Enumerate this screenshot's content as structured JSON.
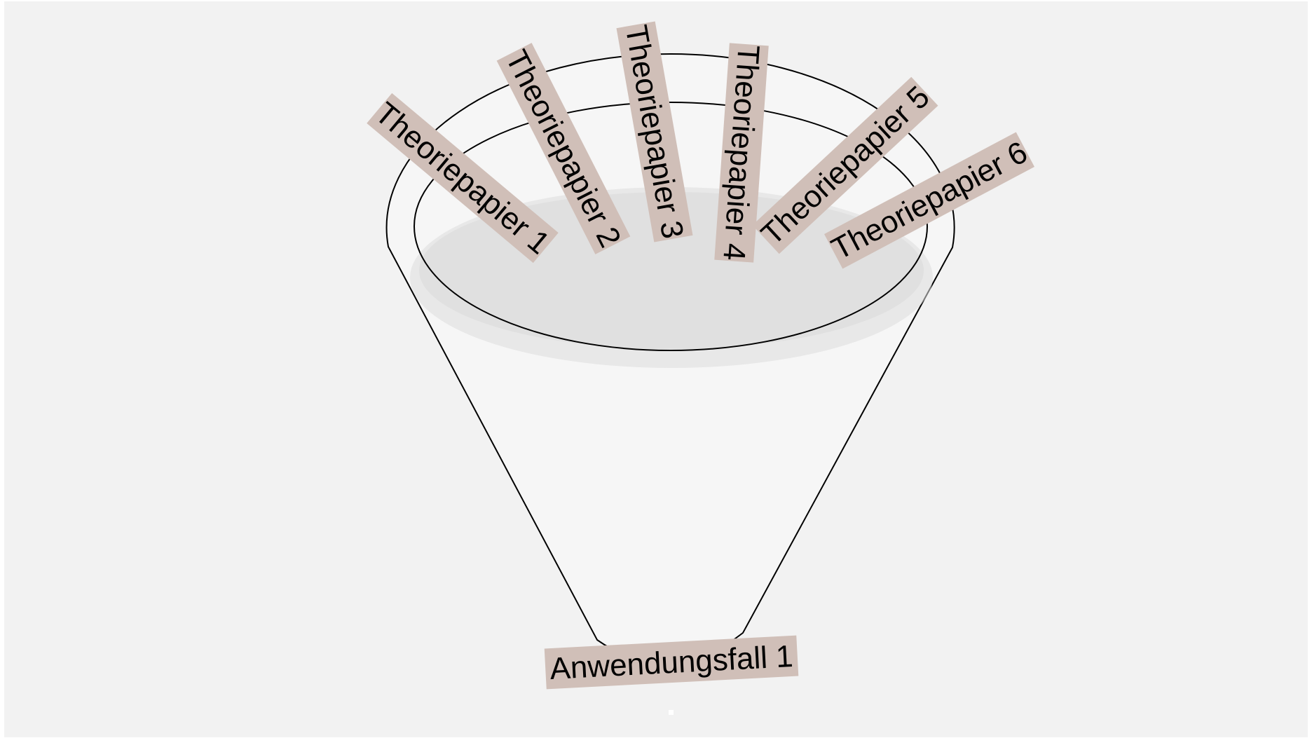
{
  "diagram": {
    "papers": [
      "Theoriepapier 1",
      "Theoriepapier 2",
      "Theoriepapier 3",
      "Theoriepapier 4",
      "Theoriepapier 5",
      "Theoriepapier 6"
    ],
    "output": "Anwendungsfall 1"
  },
  "colors": {
    "background": "#f2f2f2",
    "funnel_fill": "#f6f6f6",
    "funnel_inner": "#dddddd",
    "label_fill": "#d0bfb8",
    "stroke": "#000000"
  }
}
